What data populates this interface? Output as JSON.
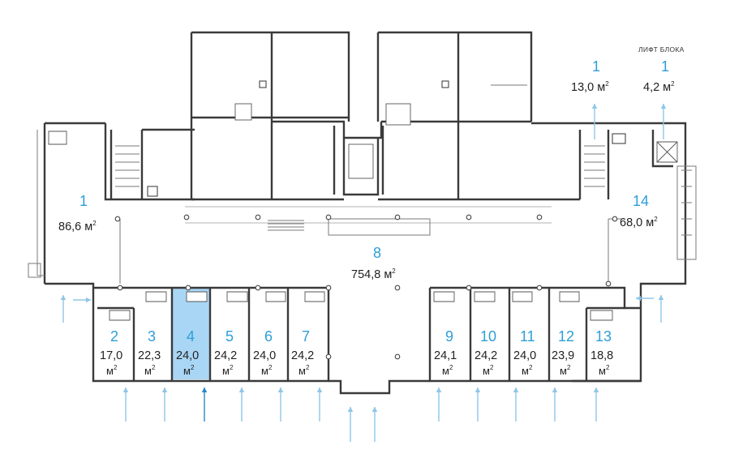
{
  "plan": {
    "lift_label": "ЛИФТ БЛОКА",
    "unit_suffix": "2",
    "selected_unit": "4",
    "units": [
      {
        "id": "u1a",
        "number": "1",
        "area": "86,6 м"
      },
      {
        "id": "u1b",
        "number": "1",
        "area": "13,0 м"
      },
      {
        "id": "u1c",
        "number": "1",
        "area": "4,2 м"
      },
      {
        "id": "u14",
        "number": "14",
        "area": "68,0 м"
      },
      {
        "id": "u8",
        "number": "8",
        "area": "754,8 м"
      },
      {
        "id": "u2",
        "number": "2",
        "area": "17,0",
        "unit": "м"
      },
      {
        "id": "u3",
        "number": "3",
        "area": "22,3",
        "unit": "м"
      },
      {
        "id": "u4",
        "number": "4",
        "area": "24,0",
        "unit": "м"
      },
      {
        "id": "u5",
        "number": "5",
        "area": "24,2",
        "unit": "м"
      },
      {
        "id": "u6",
        "number": "6",
        "area": "24,0",
        "unit": "м"
      },
      {
        "id": "u7",
        "number": "7",
        "area": "24,2",
        "unit": "м"
      },
      {
        "id": "u9",
        "number": "9",
        "area": "24,1",
        "unit": "м"
      },
      {
        "id": "u10",
        "number": "10",
        "area": "24,2",
        "unit": "м"
      },
      {
        "id": "u11",
        "number": "11",
        "area": "24,0",
        "unit": "м"
      },
      {
        "id": "u12",
        "number": "12",
        "area": "23,9",
        "unit": "м"
      },
      {
        "id": "u13",
        "number": "13",
        "area": "18,8",
        "unit": "м"
      }
    ]
  },
  "colors": {
    "label_blue": "#2e9ed8",
    "selected_fill": "#a9d6f5",
    "arrow": "#8fc6e8",
    "arrow_selected": "#2b86c5"
  }
}
